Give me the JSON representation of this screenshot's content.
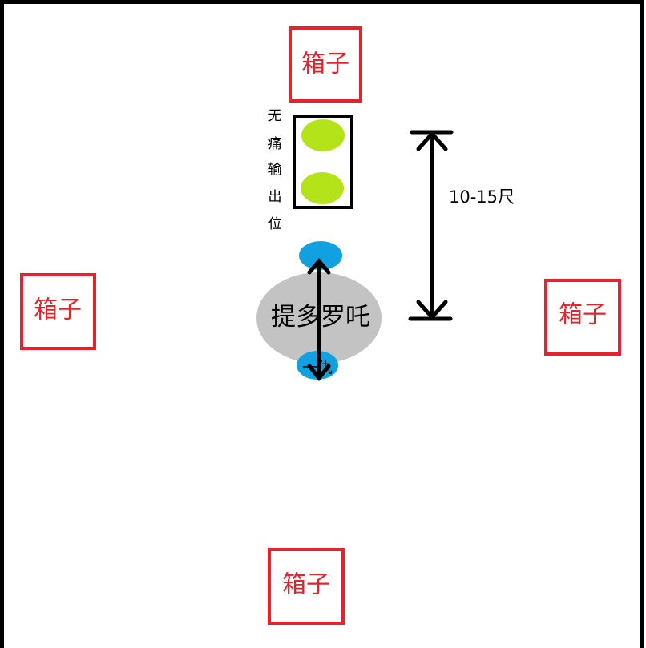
{
  "boxes": {
    "top": "箱子",
    "left": "箱子",
    "right": "箱子",
    "bottom": "箱子"
  },
  "boss": {
    "name": "提多罗吒",
    "tank_label": "一仇"
  },
  "painless_position": {
    "chars": [
      "无",
      "痛",
      "输",
      "出",
      "位"
    ]
  },
  "distance_label": "10-15尺",
  "colors": {
    "box_border": "#e8212b",
    "box_text": "#e8212b",
    "boss_body": "#c3c3c3",
    "tank_marker": "#12a1e0",
    "player_marker": "#b5e31a",
    "arrow": "#000000",
    "frame": "#000000"
  }
}
